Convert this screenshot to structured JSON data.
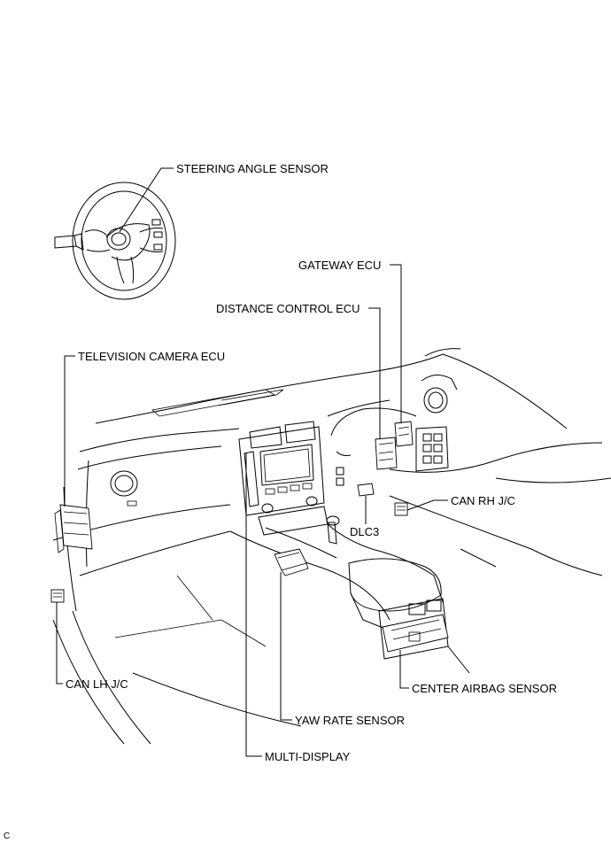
{
  "labels": {
    "steering_angle_sensor": "STEERING ANGLE SENSOR",
    "gateway_ecu": "GATEWAY ECU",
    "distance_control_ecu": "DISTANCE CONTROL ECU",
    "television_camera_ecu": "TELEVISION CAMERA ECU",
    "can_rh_jc": "CAN RH J/C",
    "dlc3": "DLC3",
    "can_lh_jc": "CAN LH J/C",
    "center_airbag_sensor": "CENTER AIRBAG SENSOR",
    "yaw_rate_sensor": "YAW RATE SENSOR",
    "multi_display": "MULTI-DISPLAY"
  },
  "figure_code": "C"
}
